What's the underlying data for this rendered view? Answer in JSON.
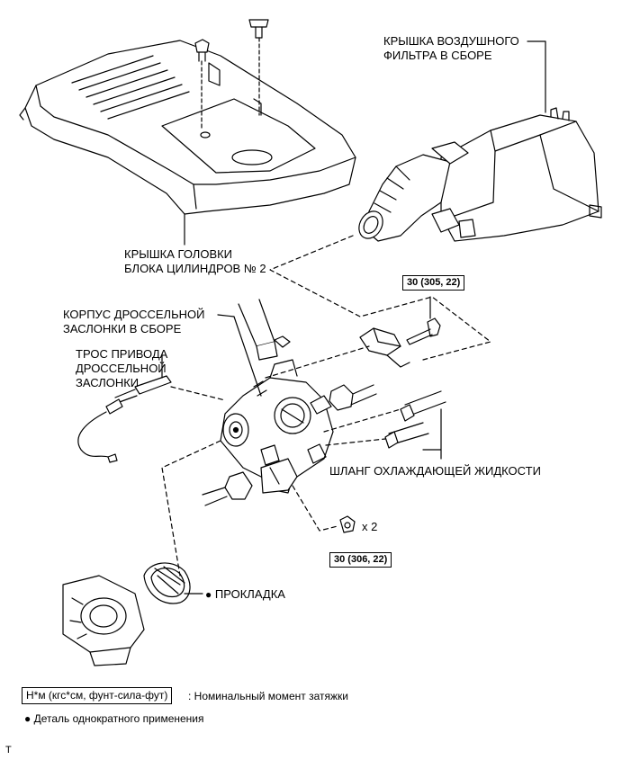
{
  "labels": {
    "air_filter_cap_l1": "КРЫШКА ВОЗДУШНОГО",
    "air_filter_cap_l2": "ФИЛЬТРА В СБОРЕ",
    "head_cover_l1": "КРЫШКА ГОЛОВКИ",
    "head_cover_l2": "БЛОКА ЦИЛИНДРОВ № 2",
    "throttle_body_l1": "КОРПУС ДРОССЕЛЬНОЙ",
    "throttle_body_l2": "ЗАСЛОНКИ В СБОРЕ",
    "cable_l1": "ТРОС ПРИВОДА",
    "cable_l2": "ДРОССЕЛЬНОЙ",
    "cable_l3": "ЗАСЛОНКИ",
    "coolant_hose": "ШЛАНГ ОХЛАЖДАЮЩЕЙ ЖИДКОСТИ",
    "gasket": "ПРОКЛАДКА",
    "nut_qty": "x 2"
  },
  "torque": {
    "bolt": "30 (305, 22)",
    "nut": "30 (306, 22)"
  },
  "legend": {
    "unit_box": "Н*м (кгс*см, фунт-сила-фут)",
    "unit_desc": ": Номинальный момент затяжки",
    "single_use": "Деталь однократного применения"
  },
  "symbols": {
    "single_use_marker": "●"
  },
  "footer": {
    "code": "T"
  }
}
